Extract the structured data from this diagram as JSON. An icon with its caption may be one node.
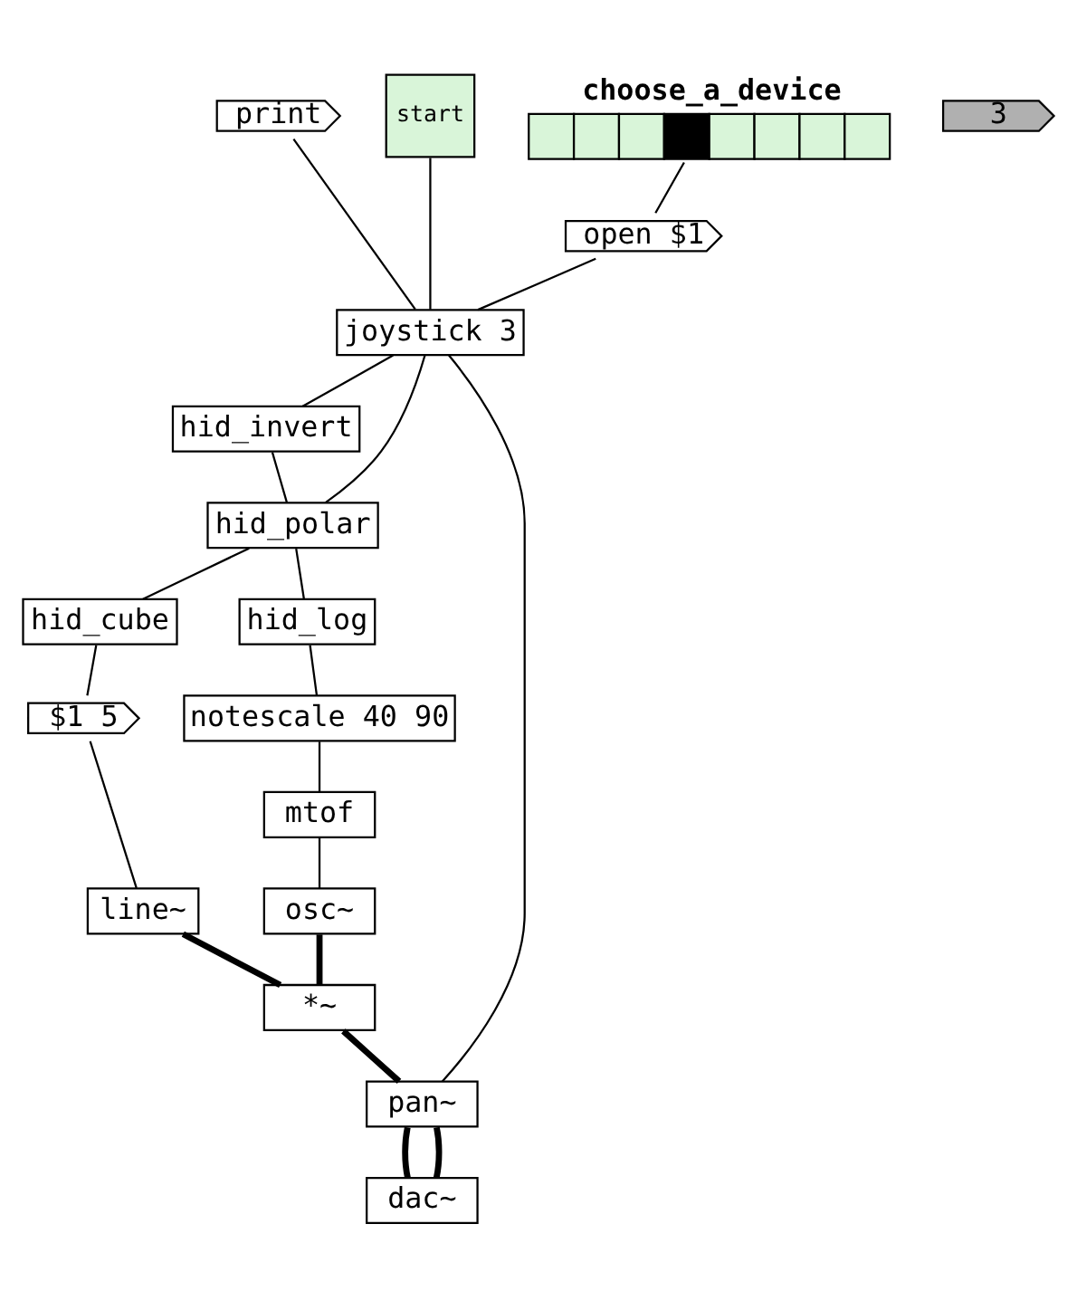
{
  "diagram": {
    "nodes": [
      {
        "text": [
          "print"
        ]
      },
      {
        "text": [
          "start"
        ]
      },
      {
        "text": [
          "3"
        ]
      },
      {
        "text": [
          "choose_a_device"
        ]
      },
      {
        "text": [
          "open $1"
        ]
      },
      {
        "text": [
          "joystick 3"
        ]
      },
      {
        "text": [
          "hid_invert"
        ]
      },
      {
        "text": [
          "hid_polar"
        ]
      },
      {
        "text": [
          "hid_cube"
        ]
      },
      {
        "text": [
          "$1 5"
        ]
      },
      {
        "text": [
          "line~"
        ]
      },
      {
        "text": [
          "hid_log"
        ]
      },
      {
        "text": [
          "notescale 40 90"
        ]
      },
      {
        "text": [
          "mtof"
        ]
      },
      {
        "text": [
          "osc~"
        ]
      },
      {
        "text": [
          "*~"
        ]
      },
      {
        "text": [
          "pan~"
        ]
      },
      {
        "text": [
          "dac~"
        ]
      }
    ],
    "edges": [
      {
        "from": 0,
        "to": 5,
        "arrow": "none"
      },
      {
        "from": 1,
        "to": 5,
        "arrow": "none"
      },
      {
        "from": 3,
        "to": 4,
        "arrow": "none"
      },
      {
        "from": 4,
        "to": 5,
        "arrow": "none"
      },
      {
        "from": 5,
        "to": 7,
        "arrow": "none"
      },
      {
        "from": 5,
        "to": 16,
        "arrow": "none"
      },
      {
        "from": 5,
        "to": 6,
        "arrow": "none"
      },
      {
        "from": 6,
        "to": 7,
        "arrow": "none"
      },
      {
        "from": 7,
        "to": 8,
        "arrow": "none"
      },
      {
        "from": 7,
        "to": 11,
        "arrow": "none"
      },
      {
        "from": 8,
        "to": 9,
        "arrow": "none"
      },
      {
        "from": 9,
        "to": 10,
        "arrow": "none"
      },
      {
        "from": 11,
        "to": 12,
        "arrow": "none"
      },
      {
        "from": 12,
        "to": 13,
        "arrow": "none"
      },
      {
        "from": 13,
        "to": 14,
        "arrow": "none"
      },
      {
        "from": 10,
        "to": 15,
        "arrow": "none",
        "style": "thick"
      },
      {
        "from": 14,
        "to": 15,
        "arrow": "none",
        "style": "thick"
      },
      {
        "from": 15,
        "to": 16,
        "arrow": "none",
        "style": "thick"
      },
      {
        "from": 16,
        "to": 17,
        "arrow": "none",
        "style": "thick"
      },
      {
        "from": 16,
        "to": 17,
        "arrow": "none",
        "style": "thick"
      }
    ]
  }
}
